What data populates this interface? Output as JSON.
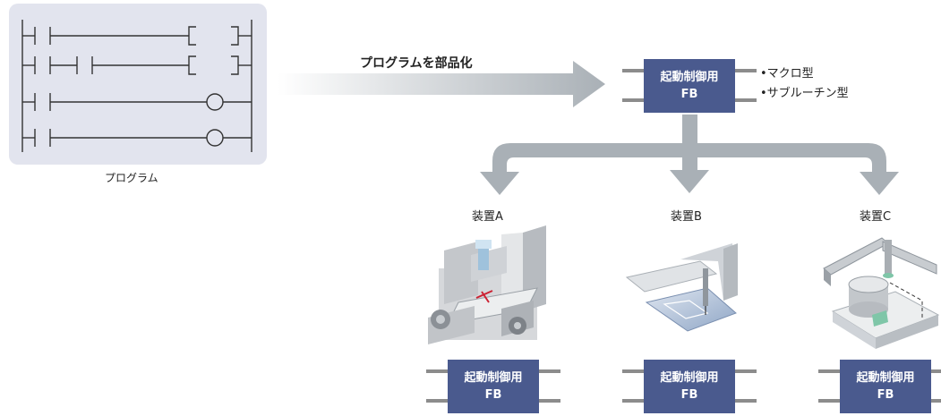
{
  "program_caption": "プログラム",
  "arrow_caption": "プログラムを部品化",
  "fb_block": {
    "line1": "起動制御用",
    "line2": "FB"
  },
  "fb_types": [
    "•マクロ型",
    "•サブルーチン型"
  ],
  "devices": [
    {
      "label": "装置A"
    },
    {
      "label": "装置B"
    },
    {
      "label": "装置C"
    }
  ],
  "colors": {
    "fb_fill": "#4a5a8e",
    "arrow": "#a9b0b6",
    "panel": "#e2e4ee"
  }
}
